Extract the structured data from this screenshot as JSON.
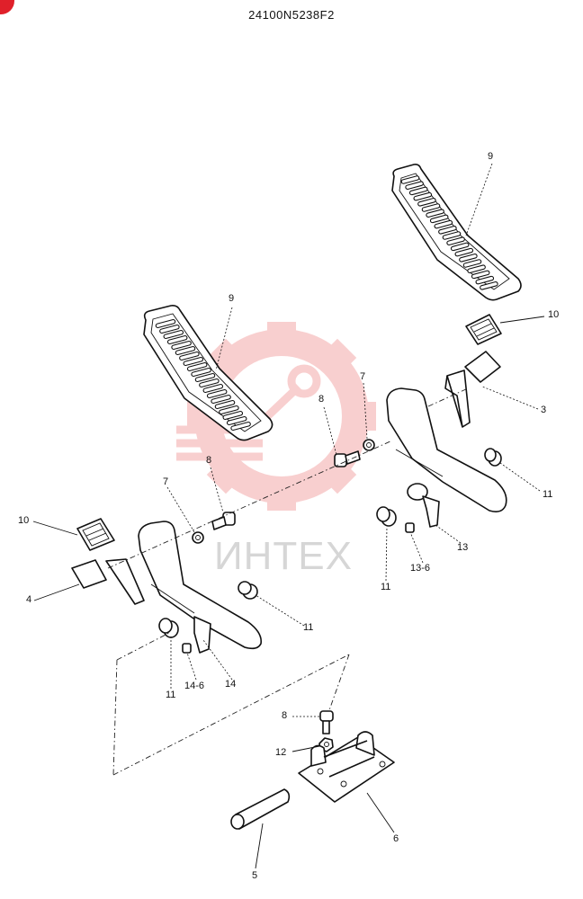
{
  "drawing": {
    "title": "24100N5238F2"
  },
  "watermark": {
    "text": "ИНТЕХ",
    "color": "#f6b8b8"
  },
  "callouts": {
    "c9_right": "9",
    "c9_left": "9",
    "c10_right": "10",
    "c10_left": "10",
    "c3": "3",
    "c4": "4",
    "c7_right": "7",
    "c7_left": "7",
    "c8_right": "8",
    "c8_left": "8",
    "c8_bottom": "8",
    "c11_a": "11",
    "c11_b": "11",
    "c11_c": "11",
    "c11_d": "11",
    "c13": "13",
    "c13_6": "13-6",
    "c14": "14",
    "c14_6": "14-6",
    "c12": "12",
    "c6": "6",
    "c5": "5"
  }
}
